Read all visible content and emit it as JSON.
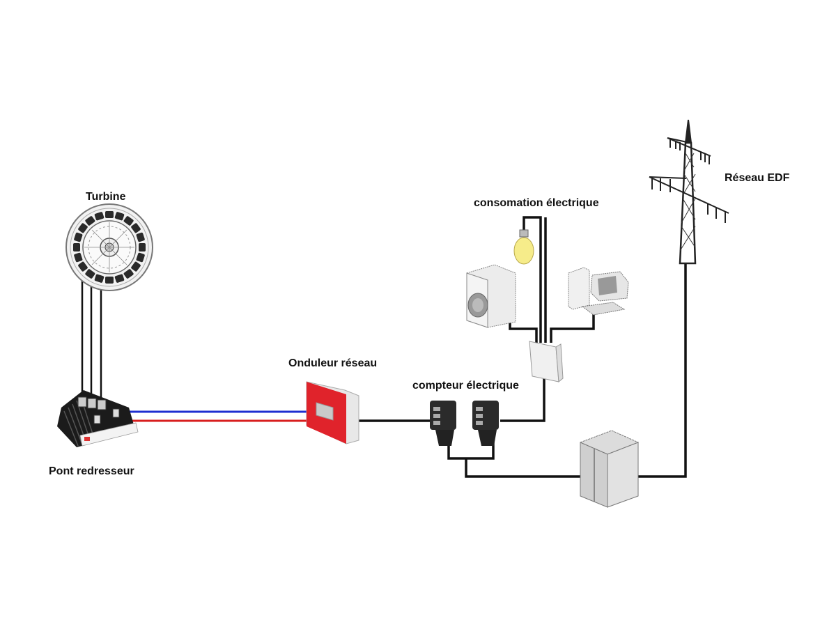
{
  "title": "Schéma d'installation hydro-électrique raccordée au réseau",
  "labels": {
    "turbine": "Turbine",
    "rectifier": "Pont redresseur",
    "inverter": "Onduleur réseau",
    "meter": "compteur électrique",
    "consumption": "consomation électrique",
    "grid": "Réseau EDF"
  },
  "colors": {
    "dc_positive": "#d81e1e",
    "dc_negative": "#1f2fd0",
    "ac_wire": "#111111",
    "inverter_body": "#e0232b",
    "bulb": "#f6ec8a"
  },
  "nodes": [
    {
      "id": "turbine",
      "label": "Turbine"
    },
    {
      "id": "rectifier",
      "label": "Pont redresseur"
    },
    {
      "id": "inverter",
      "label": "Onduleur réseau"
    },
    {
      "id": "meter-1",
      "label": "compteur électrique"
    },
    {
      "id": "meter-2",
      "label": "compteur électrique"
    },
    {
      "id": "junction-box",
      "label": ""
    },
    {
      "id": "light-bulb",
      "label": "consomation électrique"
    },
    {
      "id": "washing-machine",
      "label": "consomation électrique"
    },
    {
      "id": "computer",
      "label": "consomation électrique"
    },
    {
      "id": "cabinet",
      "label": ""
    },
    {
      "id": "pylon",
      "label": "Réseau EDF"
    }
  ],
  "edges": [
    {
      "from": "turbine",
      "to": "rectifier",
      "type": "3-phase AC"
    },
    {
      "from": "rectifier",
      "to": "inverter",
      "type": "DC +/-"
    },
    {
      "from": "inverter",
      "to": "meter-1",
      "type": "AC"
    },
    {
      "from": "meter-2",
      "to": "junction-box",
      "type": "AC"
    },
    {
      "from": "junction-box",
      "to": "light-bulb",
      "type": "AC"
    },
    {
      "from": "junction-box",
      "to": "washing-machine",
      "type": "AC"
    },
    {
      "from": "junction-box",
      "to": "computer",
      "type": "AC"
    },
    {
      "from": "meter-1",
      "to": "cabinet",
      "type": "AC"
    },
    {
      "from": "meter-2",
      "to": "cabinet",
      "type": "AC"
    },
    {
      "from": "cabinet",
      "to": "pylon",
      "type": "AC"
    }
  ]
}
